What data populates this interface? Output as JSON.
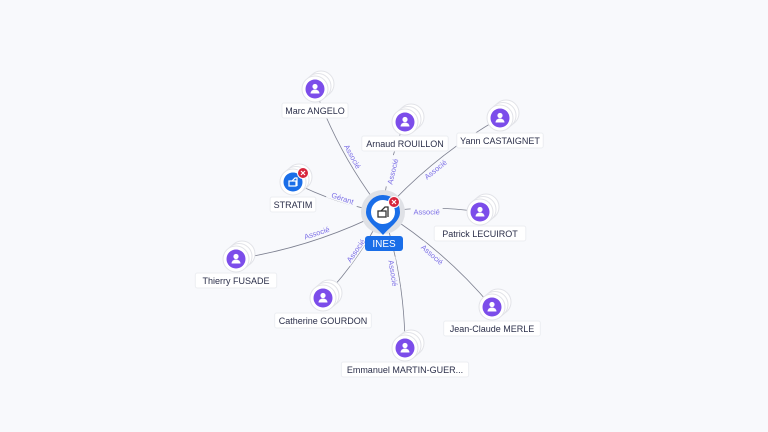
{
  "center": {
    "label": "INES",
    "icon": "building-icon",
    "badge": "close-icon"
  },
  "nodes": [
    {
      "label": "Marc ANGELO",
      "type": "person",
      "relation": "Associé"
    },
    {
      "label": "Arnaud ROUILLON",
      "type": "person",
      "relation": "Associé"
    },
    {
      "label": "Yann CASTAIGNET",
      "type": "person",
      "relation": "Associé"
    },
    {
      "label": "STRATIM",
      "type": "company",
      "relation": "Gérant"
    },
    {
      "label": "Patrick LECUIROT",
      "type": "person",
      "relation": "Associé"
    },
    {
      "label": "Thierry FUSADE",
      "type": "person",
      "relation": "Associé"
    },
    {
      "label": "Catherine GOURDON",
      "type": "person",
      "relation": "Associé"
    },
    {
      "label": "Emmanuel MARTIN-GUER...",
      "type": "person",
      "relation": "Associé"
    },
    {
      "label": "Jean-Claude MERLE",
      "type": "person",
      "relation": "Associé"
    }
  ],
  "colors": {
    "person": "#7c4dea",
    "company": "#1a6ee8",
    "center": "#1a6ee8",
    "edge_label": "#7b6ee6",
    "badge": "#d7263d"
  }
}
